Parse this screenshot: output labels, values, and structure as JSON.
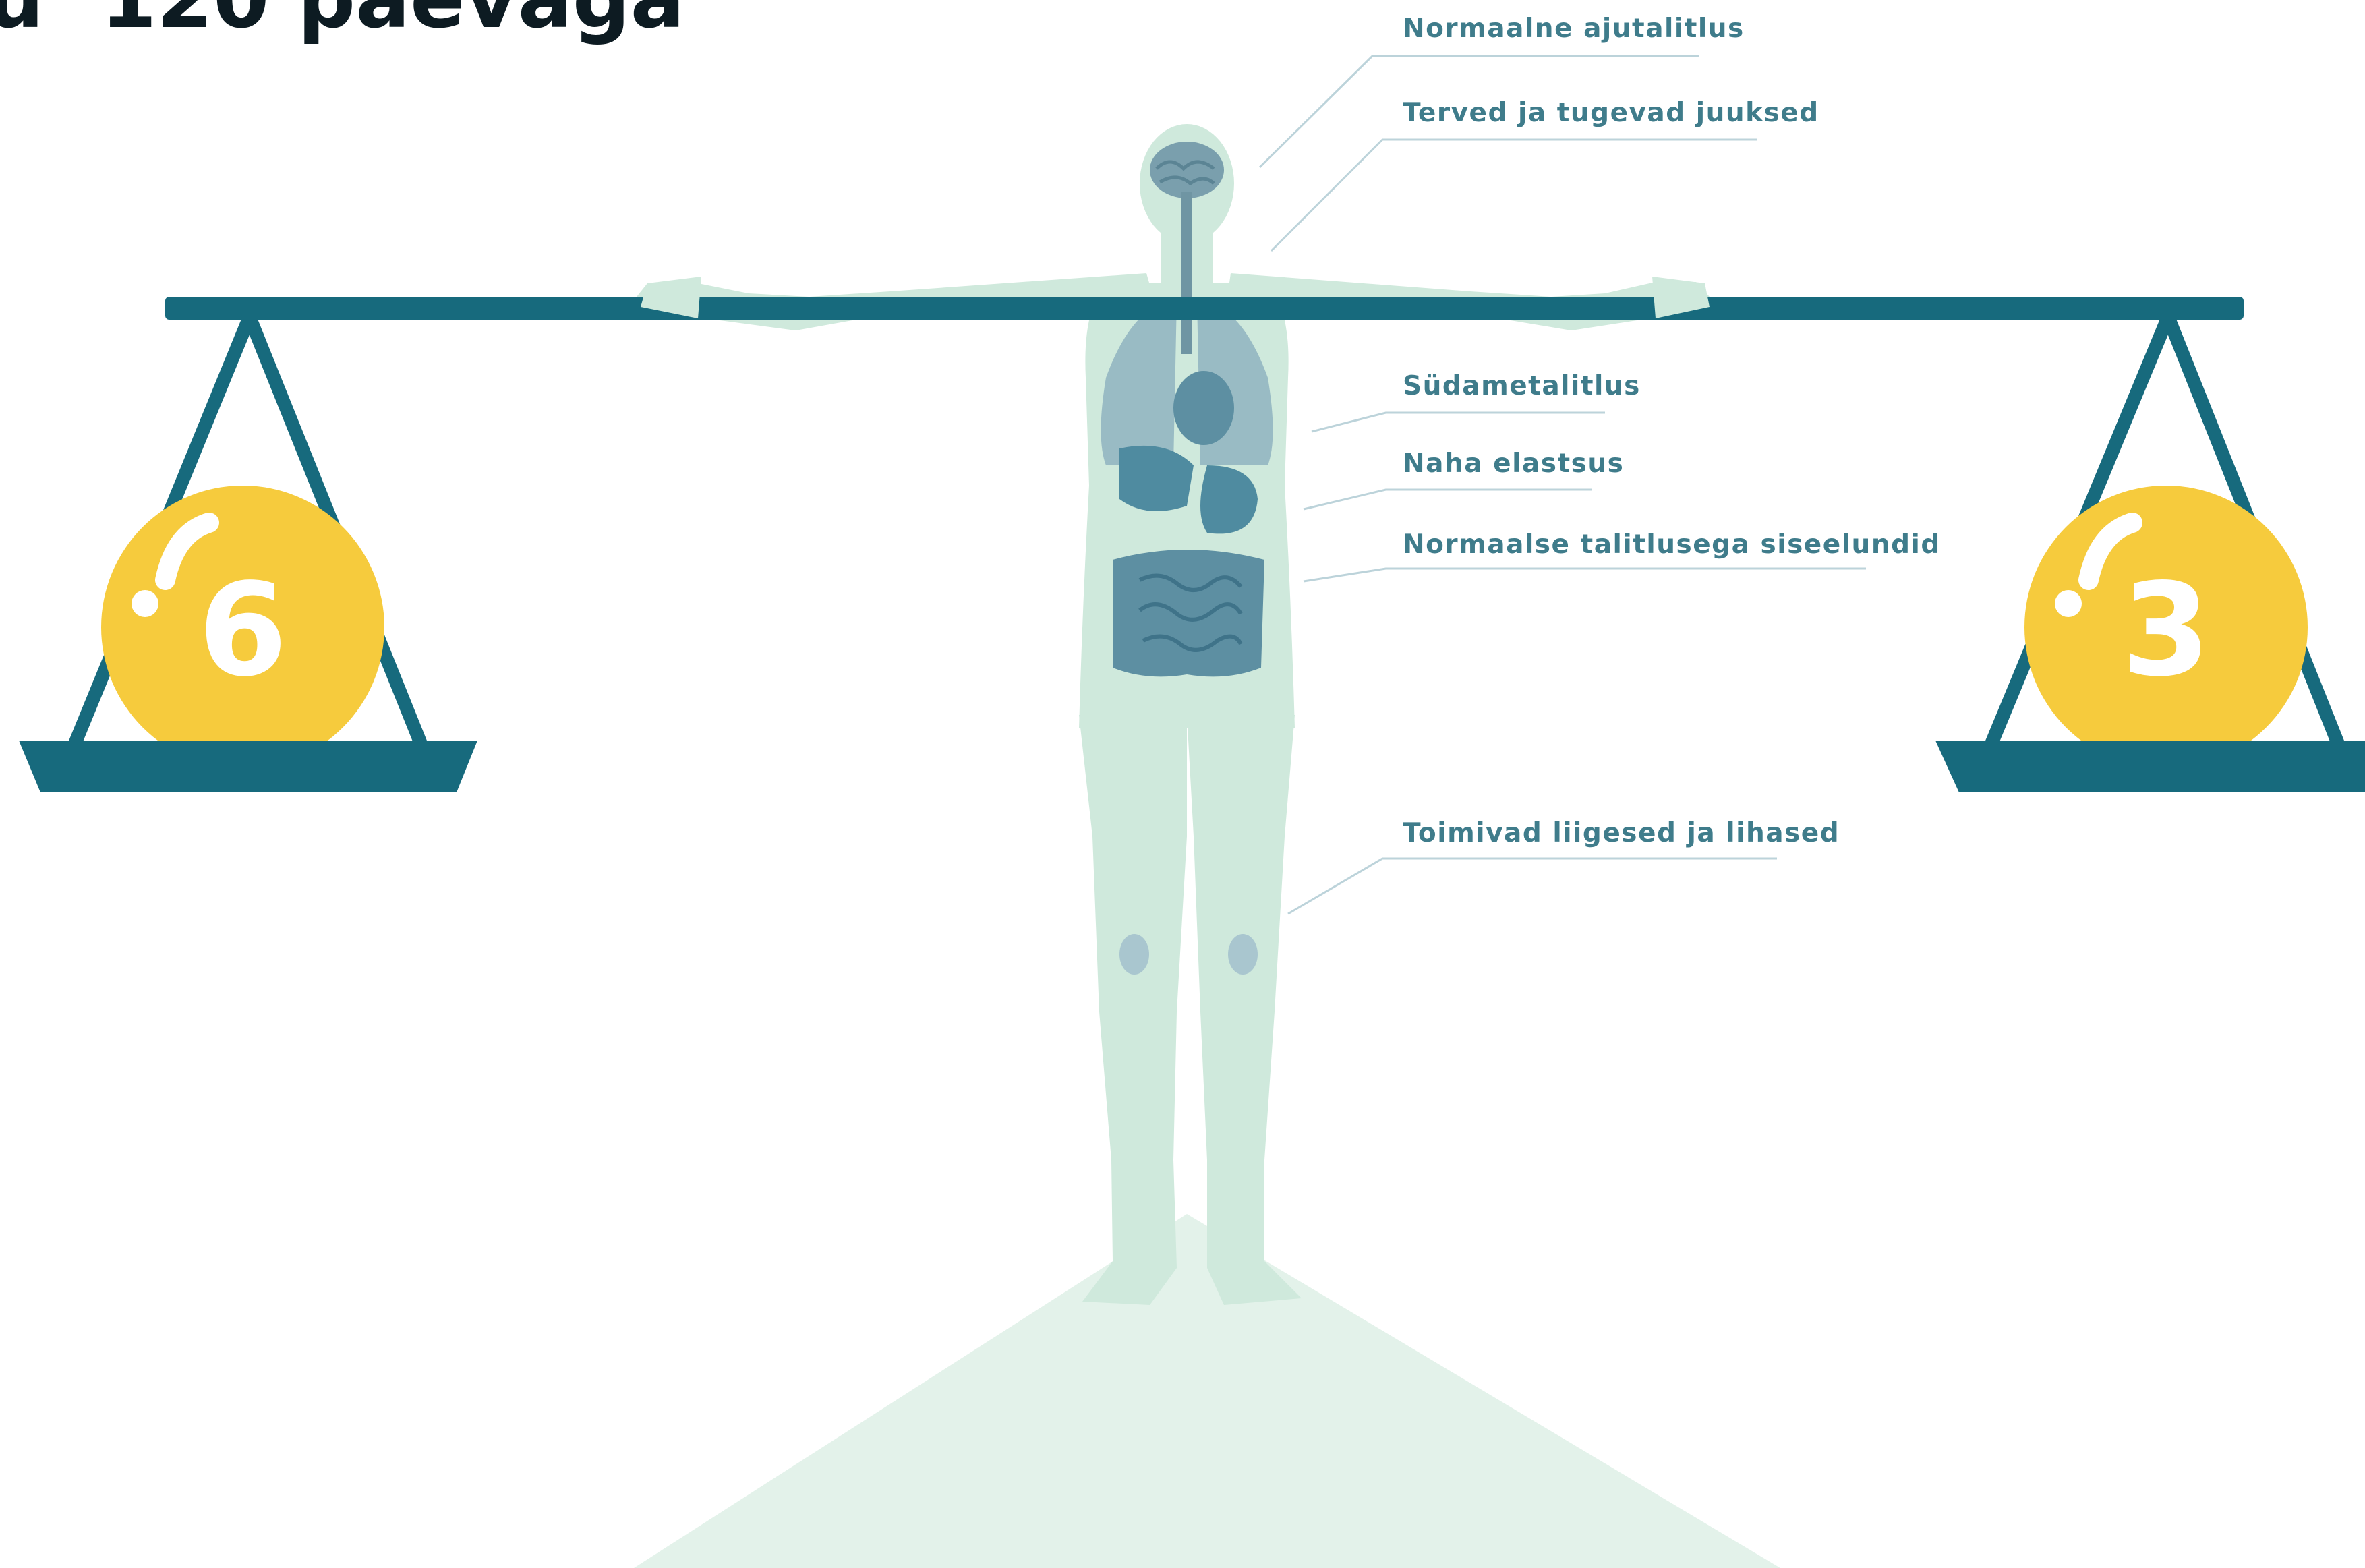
{
  "title": "u  120 päevaga",
  "labels": {
    "brain": "Normaalne ajutalitlus",
    "hair": "Terved ja tugevad juuksed",
    "heart": "Südametalitlus",
    "skin": "Naha elastsus",
    "organs": "Normaalse talitlusega siseelundid",
    "joints": "Toimivad liigesed ja lihased"
  },
  "scale": {
    "left_weight": "6",
    "right_weight": "3"
  },
  "colors": {
    "beam": "#176a7d",
    "pan": "#176a7d",
    "weight": "#f6cb3d",
    "body": "#cfe9dc",
    "organs": "#4f8ba0",
    "pedestal": "#e3f2ea",
    "label": "#3f7c8b"
  }
}
